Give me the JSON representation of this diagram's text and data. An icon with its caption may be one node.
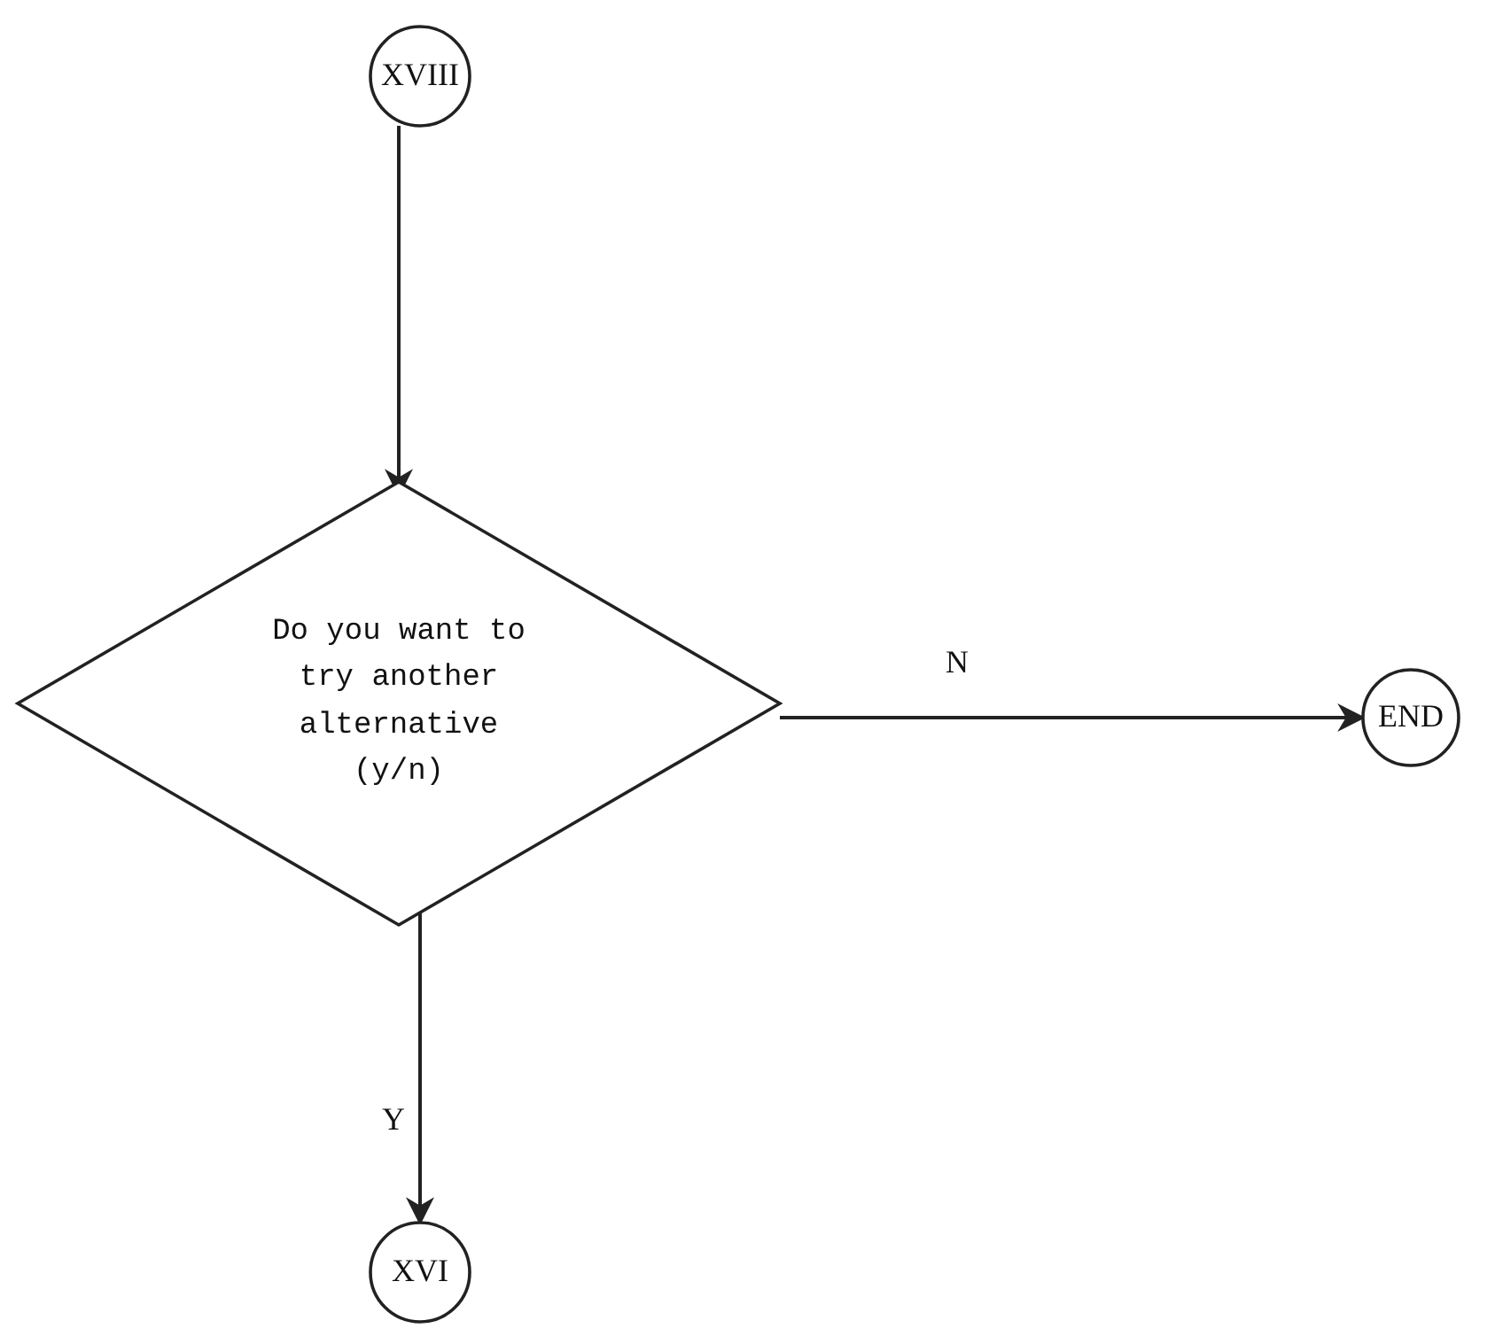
{
  "diagram": {
    "nodes": [
      {
        "text": [
          "XVIII"
        ]
      },
      {
        "text": [
          "Do you want to try another alternative (y/n)"
        ]
      },
      {
        "text": [
          "END"
        ]
      },
      {
        "text": [
          "XVI"
        ]
      }
    ],
    "edges": [
      {
        "from": 0,
        "to": 1,
        "arrow": "to"
      },
      {
        "from": 1,
        "to": 2,
        "arrow": "to",
        "label": "N"
      },
      {
        "from": 1,
        "to": 3,
        "arrow": "to",
        "label": "Y"
      }
    ]
  }
}
